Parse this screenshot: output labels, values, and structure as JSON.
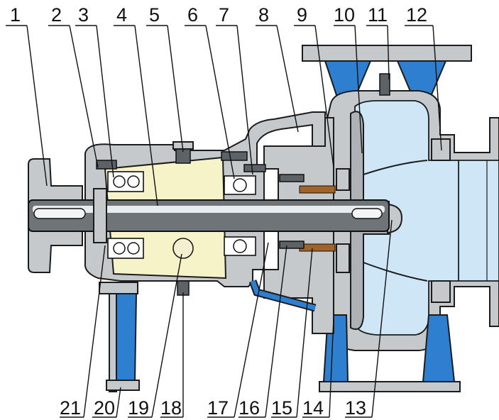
{
  "callouts_top": [
    {
      "label": "1"
    },
    {
      "label": "2"
    },
    {
      "label": "3"
    },
    {
      "label": "4"
    },
    {
      "label": "5"
    },
    {
      "label": "6"
    },
    {
      "label": "7"
    },
    {
      "label": "8"
    },
    {
      "label": "9"
    },
    {
      "label": "10"
    },
    {
      "label": "11"
    },
    {
      "label": "12"
    }
  ],
  "callouts_bottom": [
    {
      "label": "21"
    },
    {
      "label": "20"
    },
    {
      "label": "19"
    },
    {
      "label": "18"
    },
    {
      "label": "17"
    },
    {
      "label": "16"
    },
    {
      "label": "15"
    },
    {
      "label": "14"
    },
    {
      "label": "13"
    }
  ],
  "colors": {
    "casting": "#c6c9cc",
    "base_blue": "#2f7fd0",
    "fluid": "#cfe6f6",
    "bearing_housing": "#f7f3c8",
    "shaft": "#6f7478"
  }
}
